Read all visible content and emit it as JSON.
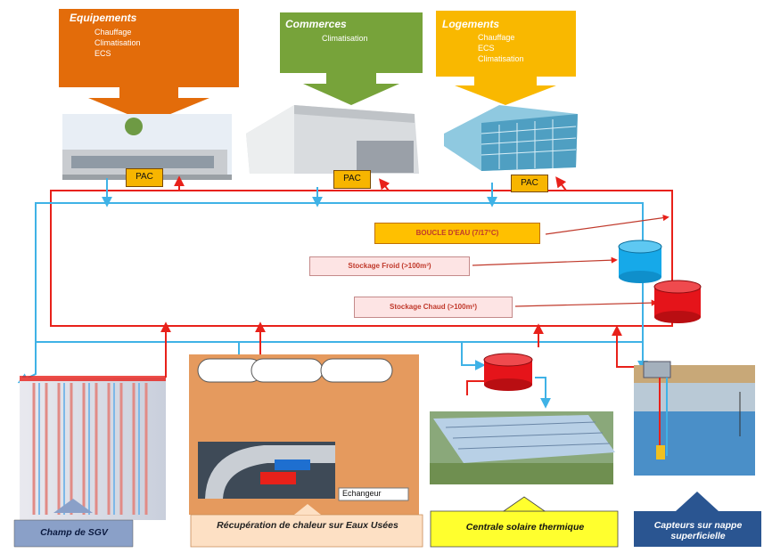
{
  "equipements": {
    "title": "Equipements",
    "items": [
      "Chauffage",
      "Climatisation",
      "ECS"
    ],
    "color": "#e36c0a"
  },
  "commerces": {
    "title": "Commerces",
    "items": [
      "Climatisation"
    ],
    "color": "#77a33a"
  },
  "logements": {
    "title": "Logements",
    "items": [
      "Chauffage",
      "ECS",
      "Climatisation"
    ],
    "color": "#f9b800"
  },
  "pac": {
    "label": "PAC"
  },
  "loop": {
    "boucle": "BOUCLE D'EAU (7/17°C)",
    "stock_froid": "Stockage Froid (>100m³)",
    "stock_chaud": "Stockage Chaud (>100m³)"
  },
  "echangeur": "Echangeur",
  "captions": {
    "sgv": "Champ de SGV",
    "recup": "Récupération de chaleur sur Eaux Usées",
    "solaire": "Centrale solaire thermique",
    "nappe": "Capteurs sur nappe superficielle"
  },
  "colors": {
    "hot": "#e8211a",
    "cold": "#3fb2e6",
    "tank_cold": "#16a9e9",
    "tank_hot": "#e5141a",
    "boucle_fill": "#ffc000",
    "stock_fill": "#fde4e4"
  }
}
